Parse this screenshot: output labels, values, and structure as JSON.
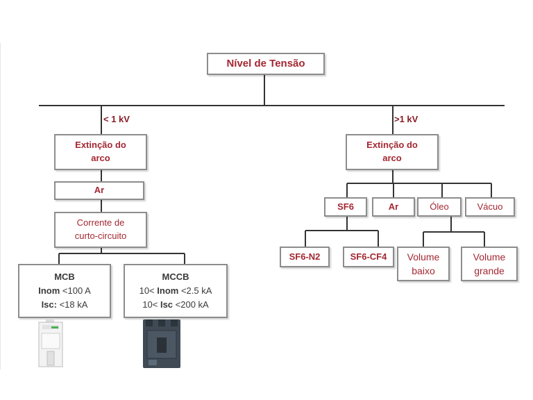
{
  "root": {
    "label": "Nível de Tensão"
  },
  "branches": {
    "low": {
      "label": "< 1 kV"
    },
    "high": {
      "label": ">1 kV"
    }
  },
  "low": {
    "extinction": {
      "line1": "Extinção do",
      "line2": "arco"
    },
    "medium": {
      "label": "Ar"
    },
    "current": {
      "line1": "Corrente de",
      "line2": "curto-circuito"
    },
    "mcb": {
      "title": "MCB",
      "line1_key": "Inom",
      "line1_val": " <100 A",
      "line2_key": "Isc:",
      "line2_val": " <18 kA"
    },
    "mccb": {
      "title": "MCCB",
      "line1_pre": "10< ",
      "line1_key": "Inom",
      "line1_val": " <2.5 kA",
      "line2_pre": "10< ",
      "line2_key": "Isc",
      "line2_val": " <200 kA"
    }
  },
  "high": {
    "extinction": {
      "line1": "Extinção do",
      "line2": "arco"
    },
    "media": [
      {
        "label": "SF6"
      },
      {
        "label": "Ar"
      },
      {
        "label": "Óleo"
      },
      {
        "label": "Vácuo"
      }
    ],
    "sf6_types": [
      {
        "label": "SF6-N2"
      },
      {
        "label": "SF6-CF4"
      }
    ],
    "vacuum_volumes": [
      {
        "line1": "Volume",
        "line2": "baixo"
      },
      {
        "line1": "Volume",
        "line2": "grande"
      }
    ]
  }
}
